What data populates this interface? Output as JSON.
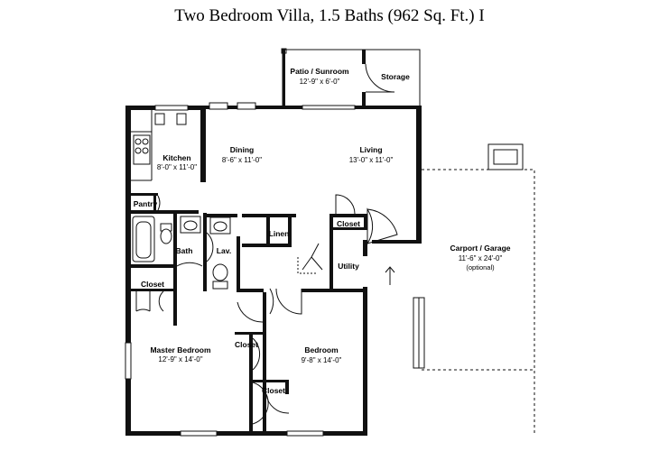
{
  "title": "Two Bedroom Villa, 1.5 Baths (962 Sq. Ft.) I",
  "rooms": {
    "patio": {
      "name": "Patio / Sunroom",
      "dims": "12'-9\" x 6'-0\""
    },
    "storage": {
      "name": "Storage"
    },
    "kitchen": {
      "name": "Kitchen",
      "dims": "8'-0\" x 11'-0\""
    },
    "dining": {
      "name": "Dining",
      "dims": "8'-6\" x 11'-0\""
    },
    "living": {
      "name": "Living",
      "dims": "13'-0\" x 11'-0\""
    },
    "pantry": {
      "name": "Pantry"
    },
    "bath": {
      "name": "Bath"
    },
    "lav": {
      "name": "Lav."
    },
    "linen": {
      "name": "Linen"
    },
    "closet_utility": {
      "name": "Closet"
    },
    "utility": {
      "name": "Utility"
    },
    "closet_master_left": {
      "name": "Closet"
    },
    "master": {
      "name": "Master Bedroom",
      "dims": "12'-9\" x 14'-0\""
    },
    "closet_master_right": {
      "name": "Closet"
    },
    "bedroom": {
      "name": "Bedroom",
      "dims": "9'-8\" x 14'-0\""
    },
    "closet_bedroom": {
      "name": "Closet"
    },
    "carport": {
      "name": "Carport / Garage",
      "dims": "11'-6\" x 24'-0\"",
      "note": "(optional)"
    }
  }
}
